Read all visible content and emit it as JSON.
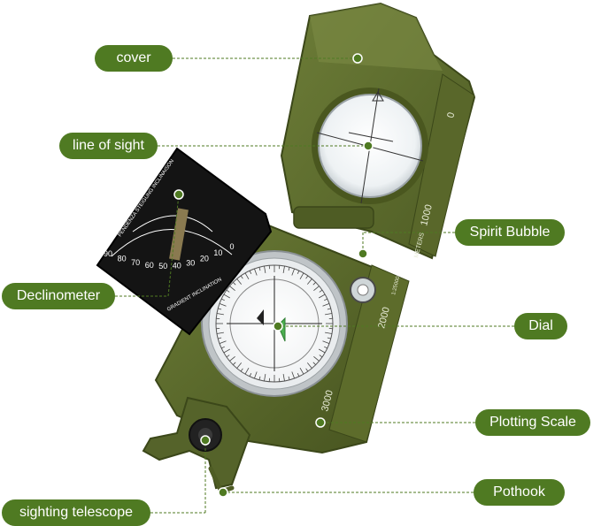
{
  "labels": {
    "cover": "cover",
    "line_of_sight": "line of sight",
    "declinometer": "Declinometer",
    "sighting_telescope": "sighting telescope",
    "spirit_bubble": "Spirit Bubble",
    "dial": "Dial",
    "plotting_scale": "Plotting Scale",
    "pothook": "Pothook"
  },
  "clinometer": {
    "scale_numbers": [
      "90",
      "80",
      "70",
      "60",
      "50",
      "40",
      "30",
      "20",
      "10",
      "0"
    ],
    "text_left": "PENDENZA STEIGUNG INCLINAISON",
    "text_bottom": "GRADIENT INCLINATION"
  },
  "ruler": {
    "numbers": [
      "0",
      "1000",
      "2000",
      "3000"
    ],
    "unit": "METERS",
    "scale": "1:25000"
  },
  "colors": {
    "label_bg": "#4f7a22",
    "compass_body": "#5b6b2e",
    "compass_dark": "#3e4a1d",
    "clinometer": "#141414",
    "connector": "#4f7a22"
  }
}
